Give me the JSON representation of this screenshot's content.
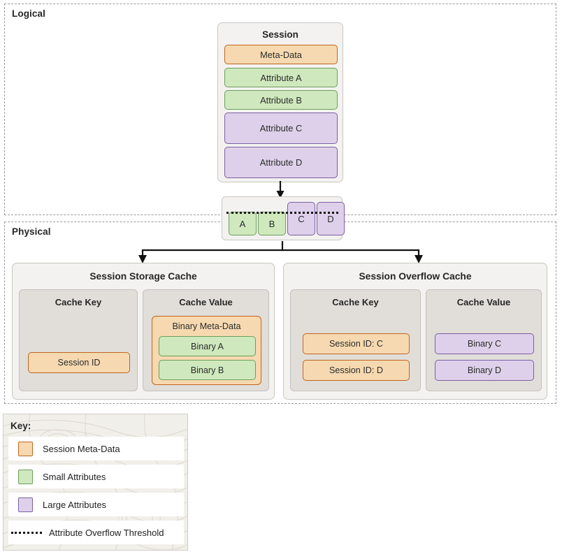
{
  "layers": {
    "logical": {
      "label": "Logical"
    },
    "physical": {
      "label": "Physical"
    }
  },
  "session": {
    "title": "Session",
    "rows": [
      {
        "label": "Meta-Data",
        "kind": "meta"
      },
      {
        "label": "Attribute A",
        "kind": "small"
      },
      {
        "label": "Attribute B",
        "kind": "small"
      },
      {
        "label": "Attribute C",
        "kind": "large"
      },
      {
        "label": "Attribute D",
        "kind": "large"
      }
    ]
  },
  "overflow_box": {
    "chips": [
      {
        "label": "A",
        "kind": "small"
      },
      {
        "label": "B",
        "kind": "small"
      },
      {
        "label": "C",
        "kind": "large"
      },
      {
        "label": "D",
        "kind": "large"
      }
    ]
  },
  "storage_cache": {
    "title": "Session Storage Cache",
    "key_panel": {
      "title": "Cache Key",
      "items": [
        {
          "label": "Session ID",
          "kind": "meta"
        }
      ]
    },
    "value_panel": {
      "title": "Cache Value",
      "container_label": "Binary Meta-Data",
      "items": [
        {
          "label": "Binary A",
          "kind": "small"
        },
        {
          "label": "Binary B",
          "kind": "small"
        }
      ]
    }
  },
  "overflow_cache": {
    "title": "Session Overflow Cache",
    "key_panel": {
      "title": "Cache Key",
      "items": [
        {
          "label": "Session ID: C",
          "kind": "meta"
        },
        {
          "label": "Session ID: D",
          "kind": "meta"
        }
      ]
    },
    "value_panel": {
      "title": "Cache Value",
      "items": [
        {
          "label": "Binary C",
          "kind": "large"
        },
        {
          "label": "Binary D",
          "kind": "large"
        }
      ]
    }
  },
  "legend": {
    "title": "Key:",
    "rows": [
      {
        "label": "Session Meta-Data",
        "kind": "meta"
      },
      {
        "label": "Small Attributes",
        "kind": "small"
      },
      {
        "label": "Large Attributes",
        "kind": "large"
      },
      {
        "label": "Attribute Overflow Threshold",
        "kind": "dash"
      }
    ]
  },
  "colors": {
    "meta_fill": "#f6d9b0",
    "meta_border": "#c2641f",
    "small_fill": "#cfe8bd",
    "small_border": "#6d9e5c",
    "large_fill": "#ded0ea",
    "large_border": "#7c5fa2",
    "panel_fill": "#f3f2f0",
    "subpanel_fill": "#e1ded9",
    "connector": "#121212"
  }
}
